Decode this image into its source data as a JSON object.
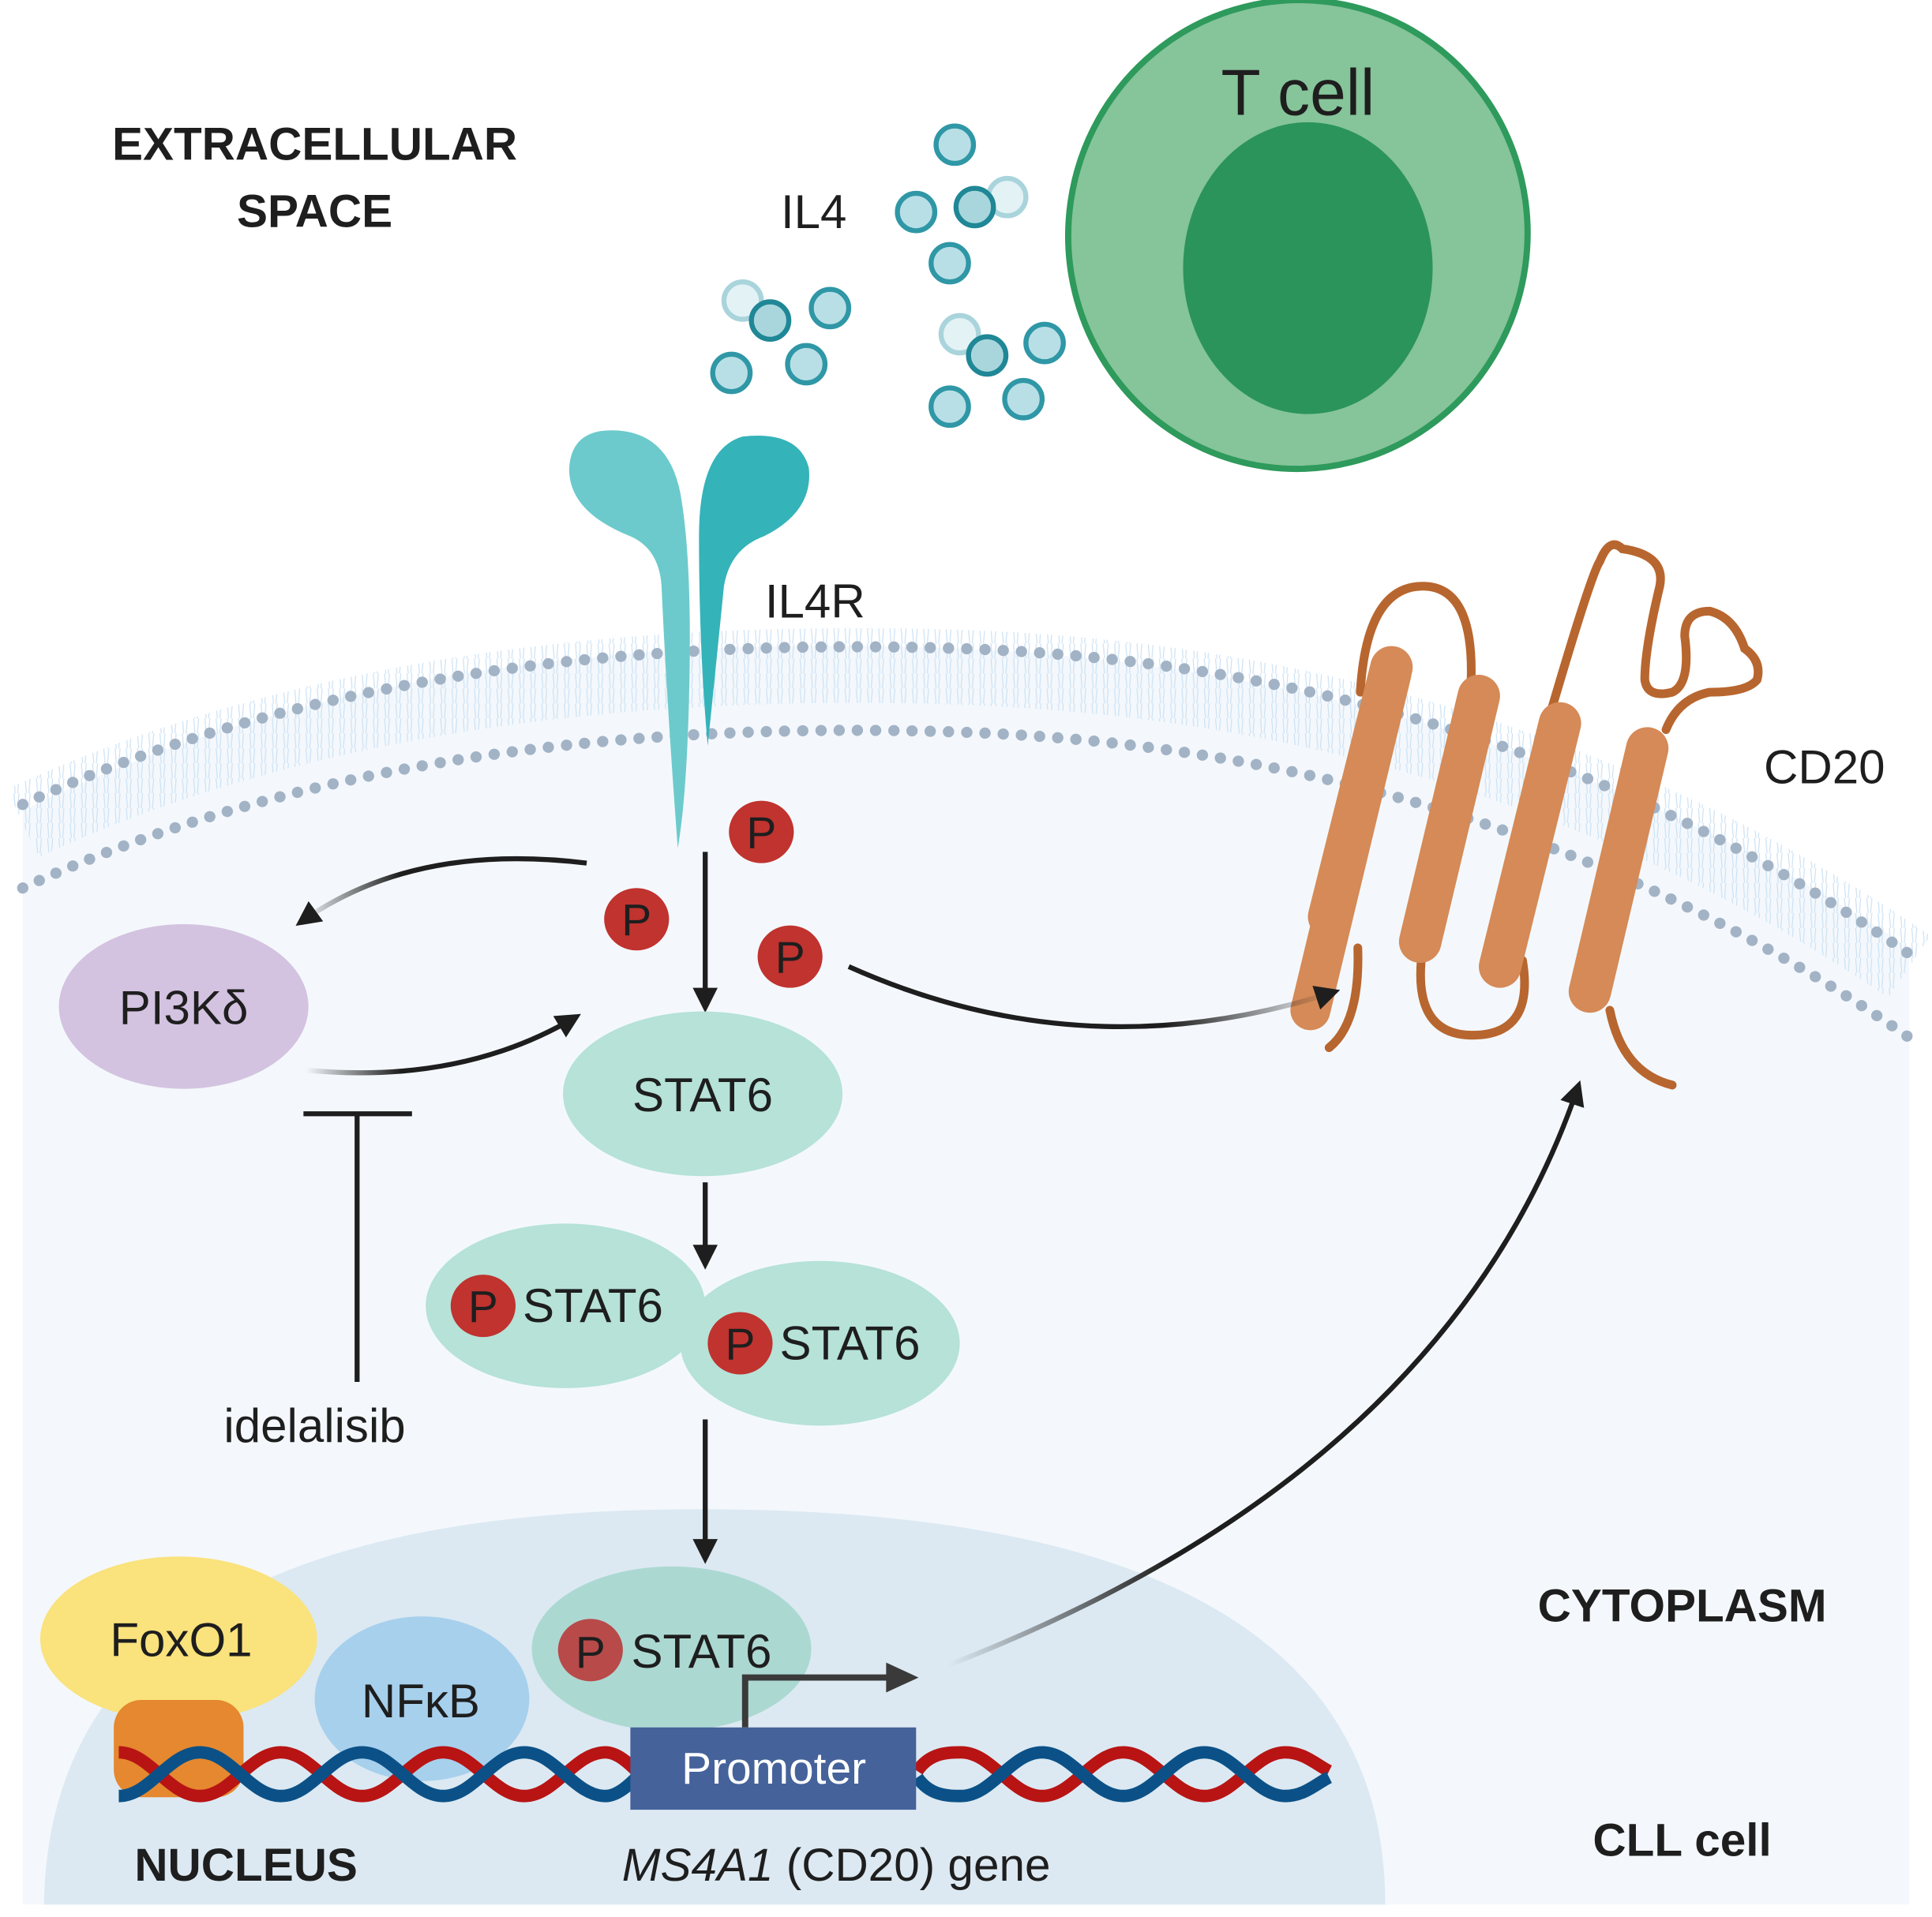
{
  "labels": {
    "extracellular_line1": "EXTRACELLULAR",
    "extracellular_line2": "SPACE",
    "il4": "IL4",
    "t_cell": "T cell",
    "il4r": "IL4R",
    "cd20": "CD20",
    "pi3k": "PI3Kδ",
    "stat6": "STAT6",
    "p": "P",
    "idelalisib": "idelalisib",
    "cytoplasm": "CYTOPLASM",
    "cll_cell": "CLL cell",
    "nucleus": "NUCLEUS",
    "foxo1": "FoxO1",
    "nfkb": "NFκB",
    "promoter": "Promoter",
    "gene_italic": "MS4A1",
    "gene_rest": " (CD20) gene"
  },
  "colors": {
    "t_cell_outer": "#86c49a",
    "t_cell_border": "#2e9a5c",
    "t_cell_nucleus": "#2b945b",
    "il4_particle": "#b9dfe6",
    "il4_border": "#2f97a6",
    "receptor_light": "#6ccacc",
    "receptor_dark": "#34b3b9",
    "membrane_head": "#a3b3c6",
    "membrane_tail": "#c7dff3",
    "cytoplasm": "#f4f8fc",
    "nucleus": "#dce9f2",
    "cd20_body": "#d58a57",
    "cd20_loop": "#b8662f",
    "phospho": "#c0332f",
    "stat6": "#b6e2d8",
    "pi3k": "#d3c3e0",
    "foxo1": "#fae27c",
    "nfkb": "#a7d0ed",
    "orange_box": "#e5882f",
    "promoter": "#45629a",
    "dna_red": "#b81414",
    "dna_blue": "#0b5187"
  }
}
